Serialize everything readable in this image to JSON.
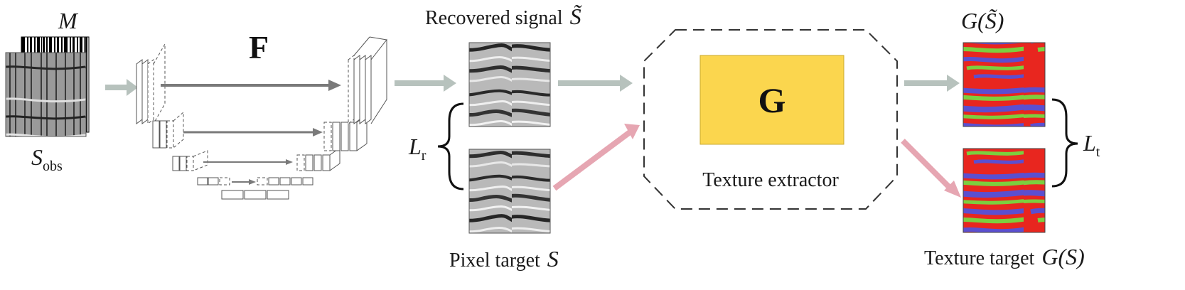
{
  "labels": {
    "mask": "M",
    "observed_main": "S",
    "observed_sub": "obs",
    "network": "F",
    "recovered": "Recovered signal",
    "recovered_symbol": "S̃",
    "pixel_target": "Pixel target",
    "pixel_target_symbol": "S",
    "texture_extractor": "Texture extractor",
    "extractor_symbol": "G",
    "g_output": "G(S̃)",
    "texture_target": "Texture target",
    "texture_target_symbol": "G(S)",
    "loss_r_main": "L",
    "loss_r_sub": "r",
    "loss_t_main": "L",
    "loss_t_sub": "t"
  },
  "colors": {
    "flow_arrow": "#b7c2bd",
    "target_arrow": "#e6a6b2",
    "skip_arrow": "#7a7a7a",
    "extractor_fill": "#fbd64e",
    "texture_red": "#e8261f",
    "texture_green": "#7ccf3e",
    "texture_blue": "#5b4fd0"
  }
}
